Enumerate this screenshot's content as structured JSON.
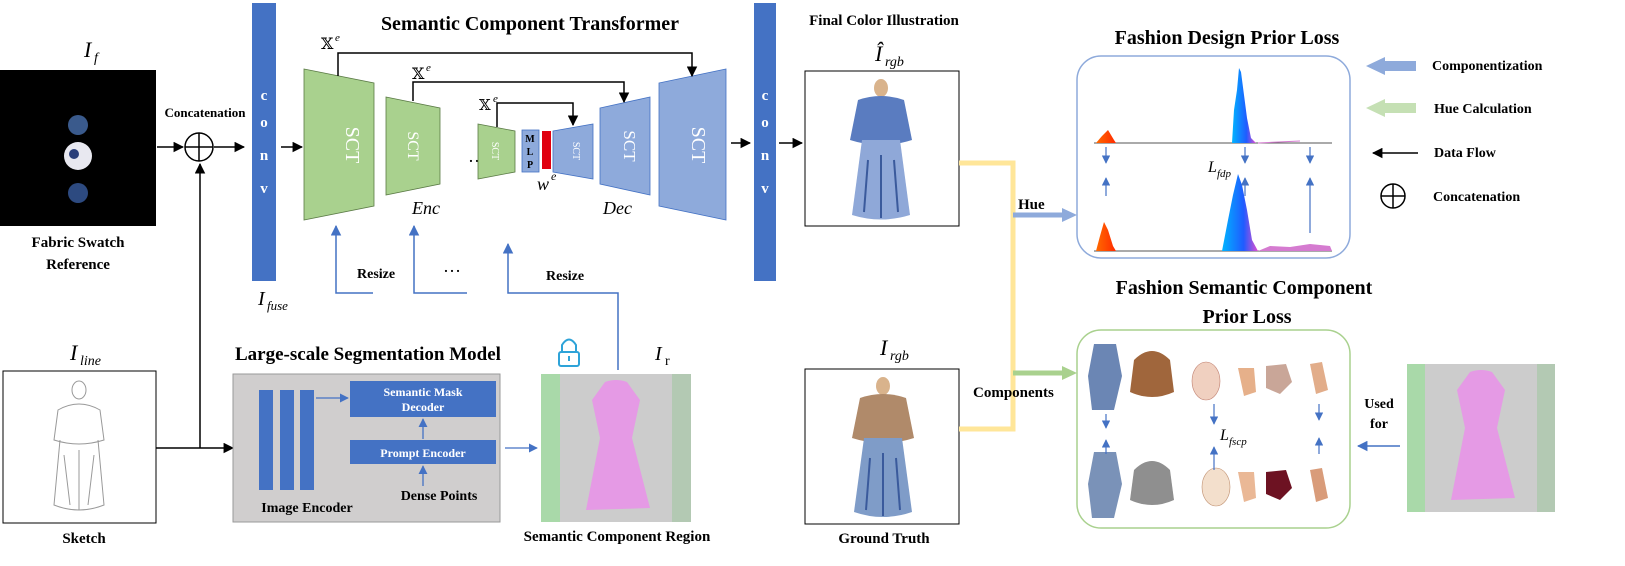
{
  "inputs": {
    "fabric_symbol": "I",
    "fabric_sub": "f",
    "fabric_caption_line1": "Fabric Swatch",
    "fabric_caption_line2": "Reference",
    "concat_label": "Concatenation",
    "line_symbol": "I",
    "line_sub": "line",
    "sketch_caption": "Sketch",
    "fuse_symbol": "I",
    "fuse_sub": "fuse"
  },
  "conv_label": [
    "c",
    "o",
    "n",
    "v"
  ],
  "sct": {
    "title": "Semantic Component Transformer",
    "block_label": "SCT",
    "small_label": "SCT",
    "mlp_label": [
      "M",
      "L",
      "P"
    ],
    "enc_label": "Enc",
    "dec_label": "Dec",
    "x_label": "𝕏",
    "x_sup": "e",
    "w_label": "w",
    "w_sup": "e",
    "ellipsis": "…",
    "resize_label": "Resize",
    "dots": "…"
  },
  "output": {
    "title": "Final Color Illustration",
    "symbol": "Î",
    "sub": "rgb",
    "gt_symbol": "I",
    "gt_sub": "rgb",
    "gt_caption": "Ground Truth"
  },
  "segmentation": {
    "title": "Large-scale  Segmentation Model",
    "semantic_mask_decoder_line1": "Semantic Mask",
    "semantic_mask_decoder_line2": "Decoder",
    "prompt_encoder": "Prompt Encoder",
    "image_encoder": "Image Encoder",
    "dense_points": "Dense Points",
    "region_symbol": "I",
    "region_sub": "r",
    "region_caption": "Semantic Component Region"
  },
  "fdp": {
    "title": "Fashion Design Prior Loss",
    "loss_symbol": "L",
    "loss_sub": "fdp",
    "hue_label": "Hue"
  },
  "fscp": {
    "title_line1": "Fashion Semantic Component",
    "title_line2": "Prior Loss",
    "loss_symbol": "L",
    "loss_sub": "fscp",
    "components_label": "Components",
    "used_for_line1": "Used",
    "used_for_line2": "for"
  },
  "legend": {
    "items": [
      {
        "label": "Componentization",
        "icon": "blue-arrow-icon",
        "color": "#8eaadb"
      },
      {
        "label": "Hue Calculation",
        "icon": "green-arrow-icon",
        "color": "#c5e0b4"
      },
      {
        "label": "Data Flow",
        "icon": "black-arrow-icon",
        "color": "#000000"
      },
      {
        "label": "Concatenation",
        "icon": "circle-plus-icon",
        "color": "#000000"
      }
    ]
  },
  "colors": {
    "conv": "#4472c4",
    "sct_green": "#a9d18e",
    "sct_blue": "#8eaadb",
    "flow_blue": "#4472c4",
    "gold": "#ffe699",
    "seg_panel": "#d0cece",
    "mask_pink": "#e59ae5",
    "mlp_red": "#e0000f"
  }
}
